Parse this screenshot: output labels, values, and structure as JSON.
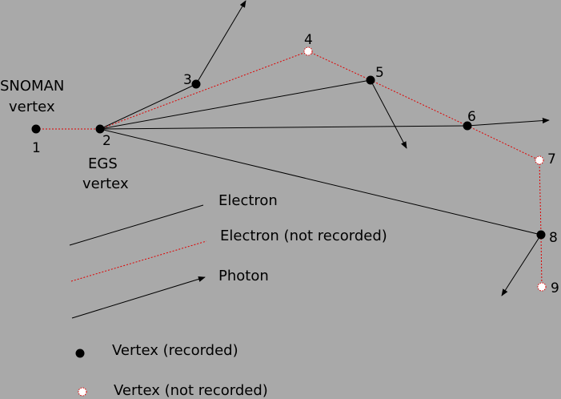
{
  "colors": {
    "background": "#a9a9a9",
    "electron": "#000000",
    "electron_not_recorded": "#e00000",
    "photon": "#000000",
    "vertex_recorded": "#000000",
    "vertex_not_recorded_fill": "#ffffff",
    "vertex_not_recorded_stroke": "#e00000"
  },
  "labels": {
    "snoman_line1": "SNOMAN",
    "snoman_line2": "vertex",
    "egs_line1": "EGS",
    "egs_line2": "vertex"
  },
  "vertices": [
    {
      "id": "1",
      "recorded": true
    },
    {
      "id": "2",
      "recorded": true
    },
    {
      "id": "3",
      "recorded": true
    },
    {
      "id": "4",
      "recorded": false
    },
    {
      "id": "5",
      "recorded": true
    },
    {
      "id": "6",
      "recorded": true
    },
    {
      "id": "7",
      "recorded": false
    },
    {
      "id": "8",
      "recorded": true
    },
    {
      "id": "9",
      "recorded": false
    }
  ],
  "legend": {
    "electron": "Electron",
    "electron_not_recorded": "Electron (not recorded)",
    "photon": "Photon",
    "vertex_recorded": "Vertex (recorded)",
    "vertex_not_recorded": "Vertex (not recorded)"
  }
}
